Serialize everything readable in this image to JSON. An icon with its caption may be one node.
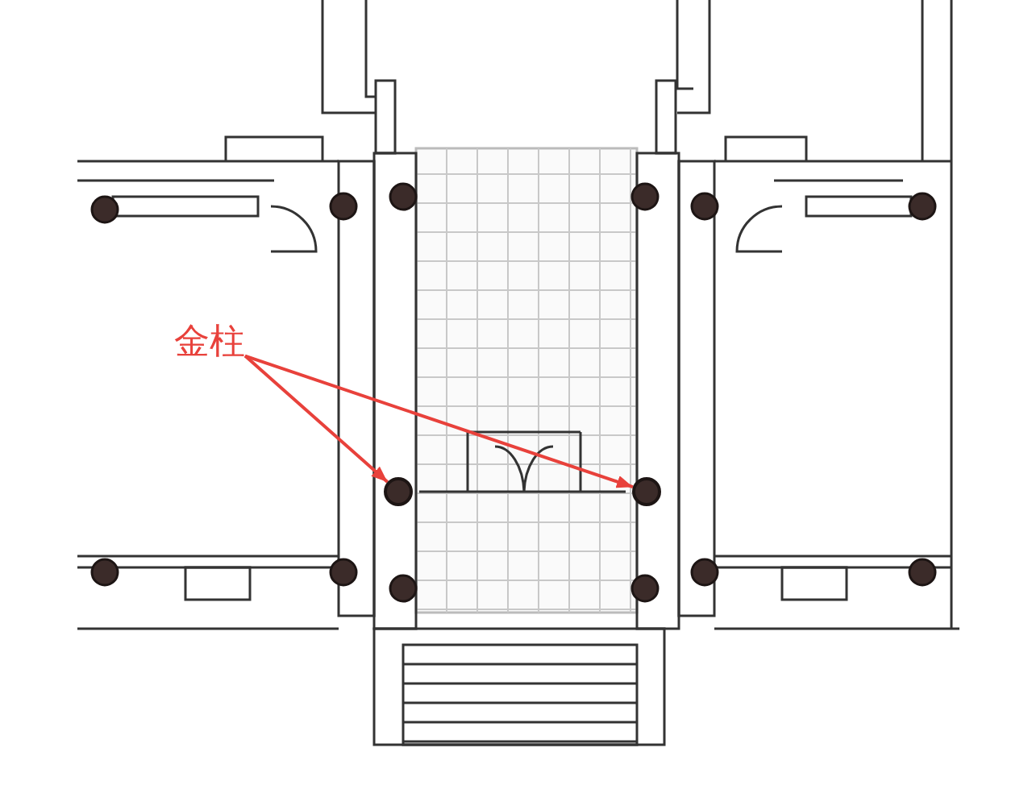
{
  "diagram": {
    "nodes": [
      {
        "text": [
          "金柱"
        ]
      },
      {
        "text": [],
        "shape": "circle"
      },
      {
        "text": [],
        "shape": "circle"
      }
    ],
    "edges": [
      {
        "from": 0,
        "to": 1,
        "arrow": "to"
      },
      {
        "from": 0,
        "to": 2,
        "arrow": "to"
      }
    ]
  }
}
